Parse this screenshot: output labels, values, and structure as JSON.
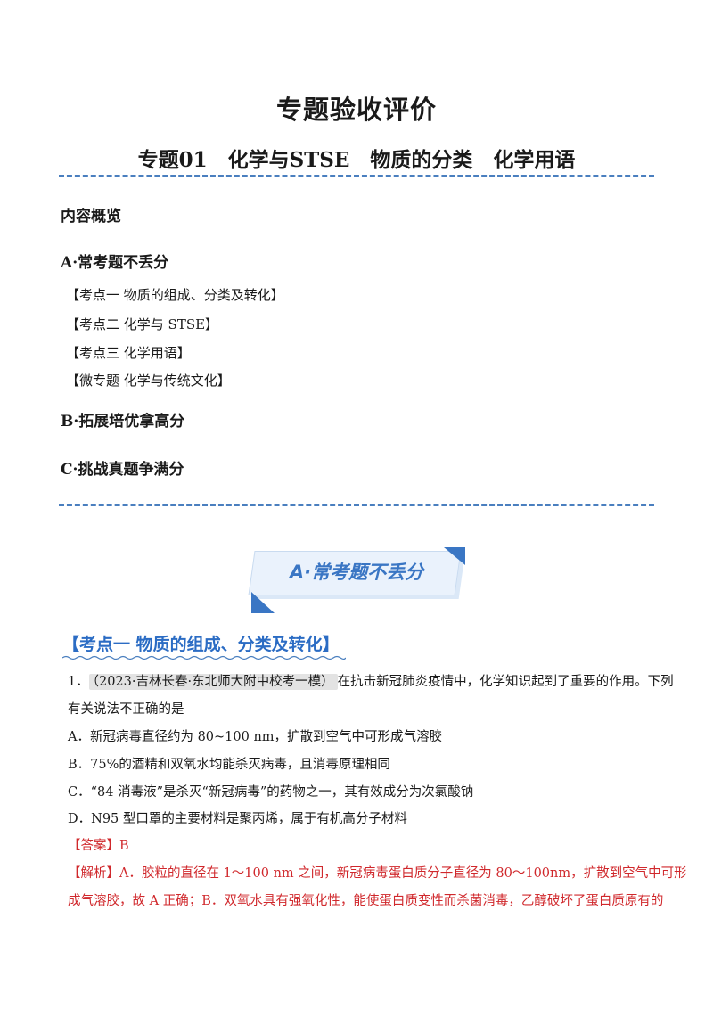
{
  "header": {
    "title": "专题验收评价",
    "subtitle": "专题01　化学与STSE　物质的分类　化学用语"
  },
  "overview": {
    "heading": "内容概览",
    "section_a": "A·常考题不丢分",
    "items": [
      "【考点一  物质的组成、分类及转化】",
      "【考点二  化学与 STSE】",
      "【考点三  化学用语】",
      "【微专题  化学与传统文化】"
    ],
    "section_b": "B·拓展培优拿高分",
    "section_c": "C·挑战真题争满分"
  },
  "banner": {
    "text": "A·常考题不丢分"
  },
  "section": {
    "heading": "【考点一  物质的组成、分类及转化】"
  },
  "question": {
    "number": "1．",
    "source": "（2023·吉林长春·东北师大附中校考一模）",
    "stem_line1": "在抗击新冠肺炎疫情中，化学知识起到了重要的作用。下列",
    "stem_line2": "有关说法不正确的是",
    "options": [
      "A．新冠病毒直径约为 80~100 nm，扩散到空气中可形成气溶胶",
      "B．75%的酒精和双氧水均能杀灭病毒，且消毒原理相同",
      "C．“84 消毒液”是杀灭“新冠病毒”的药物之一，其有效成分为次氯酸钠",
      "D．N95 型口罩的主要材料是聚丙烯，属于有机高分子材料"
    ],
    "answer_label": "【答案】",
    "answer_value": "B",
    "analysis_label": "【解析】",
    "analysis_line1": "A．胶粒的直径在 1～100 nm 之间，新冠病毒蛋白质分子直径为 80～100nm，扩散到空气中可形",
    "analysis_line2": "成气溶胶，故 A 正确；B．双氧水具有强氧化性，能使蛋白质变性而杀菌消毒，乙醇破坏了蛋白质原有的"
  },
  "colors": {
    "accent_blue": "#2b6cc4",
    "dash_blue": "#4a7fbf",
    "answer_red": "#d0282c"
  }
}
